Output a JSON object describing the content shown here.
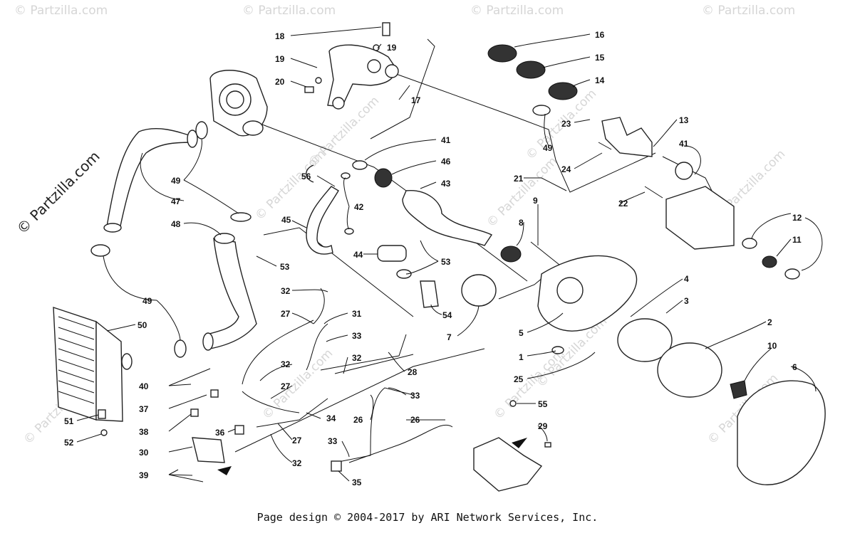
{
  "watermarks": {
    "brand_vertical": "© Partzilla.com",
    "brand_small": "© Partzilla.com"
  },
  "footer": {
    "text": "Page design © 2004-2017 by ARI Network Services, Inc."
  },
  "callouts": [
    "1",
    "2",
    "3",
    "4",
    "5",
    "6",
    "7",
    "8",
    "9",
    "10",
    "11",
    "12",
    "13",
    "14",
    "15",
    "16",
    "17",
    "18",
    "19",
    "19",
    "20",
    "21",
    "22",
    "23",
    "24",
    "25",
    "26",
    "26",
    "27",
    "27",
    "27",
    "28",
    "29",
    "30",
    "31",
    "32",
    "32",
    "32",
    "32",
    "32",
    "33",
    "33",
    "33",
    "33",
    "34",
    "35",
    "36",
    "37",
    "38",
    "39",
    "40",
    "41",
    "41",
    "42",
    "43",
    "44",
    "45",
    "46",
    "47",
    "48",
    "49",
    "49",
    "49",
    "50",
    "51",
    "52",
    "53",
    "53",
    "54",
    "55",
    "56"
  ]
}
